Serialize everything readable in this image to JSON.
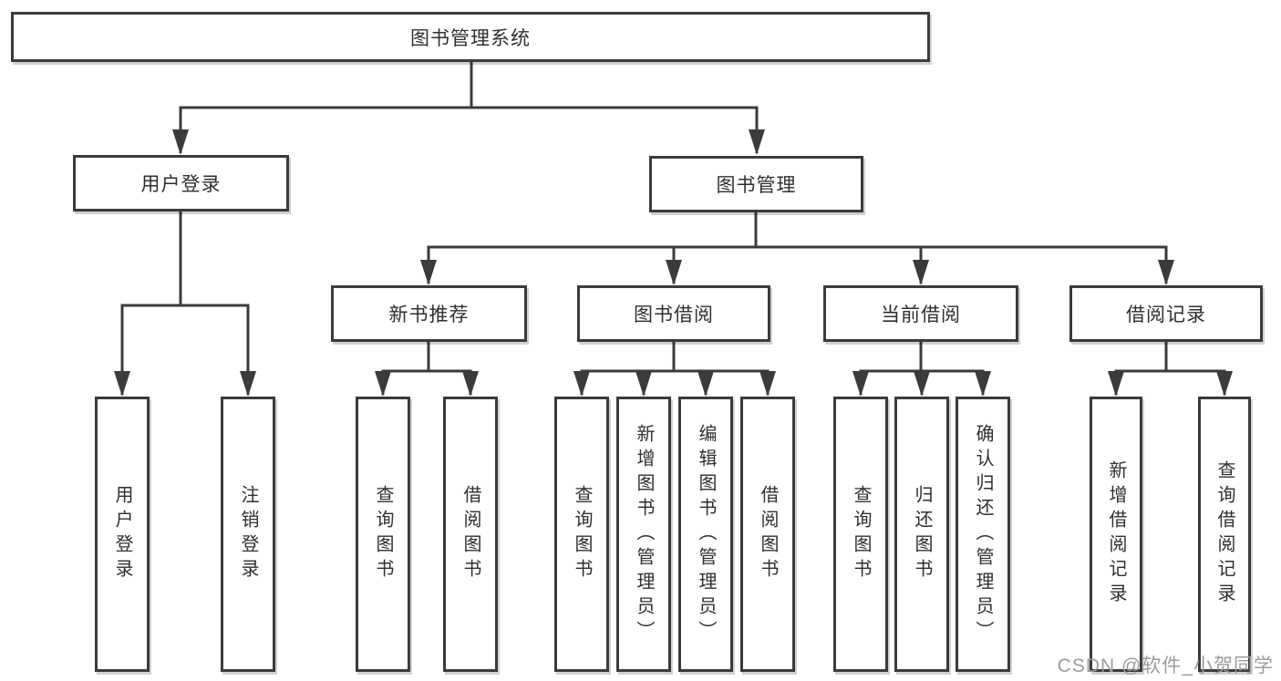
{
  "diagram_title": "图书管理系统",
  "hierarchy": {
    "label": "图书管理系统",
    "children": [
      {
        "label": "用户登录",
        "children": [
          {
            "label": "用户登录"
          },
          {
            "label": "注销登录"
          }
        ]
      },
      {
        "label": "图书管理",
        "children": [
          {
            "label": "新书推荐",
            "children": [
              {
                "label": "查询图书"
              },
              {
                "label": "借阅图书"
              }
            ]
          },
          {
            "label": "图书借阅",
            "children": [
              {
                "label": "查询图书"
              },
              {
                "label": "新增图书（管理员）"
              },
              {
                "label": "编辑图书（管理员）"
              },
              {
                "label": "借阅图书"
              }
            ]
          },
          {
            "label": "当前借阅",
            "children": [
              {
                "label": "查询图书"
              },
              {
                "label": "归还图书"
              },
              {
                "label": "确认归还（管理员）"
              }
            ]
          },
          {
            "label": "借阅记录",
            "children": [
              {
                "label": "新增借阅记录"
              },
              {
                "label": "查询借阅记录"
              }
            ]
          }
        ]
      }
    ]
  },
  "watermark": {
    "text": "CSDN @软件_小贺同学"
  },
  "colors": {
    "line": "#3b3b3b",
    "text": "#2f2f2f",
    "watermark": "#9c9c9c",
    "background": "#ffffff"
  }
}
